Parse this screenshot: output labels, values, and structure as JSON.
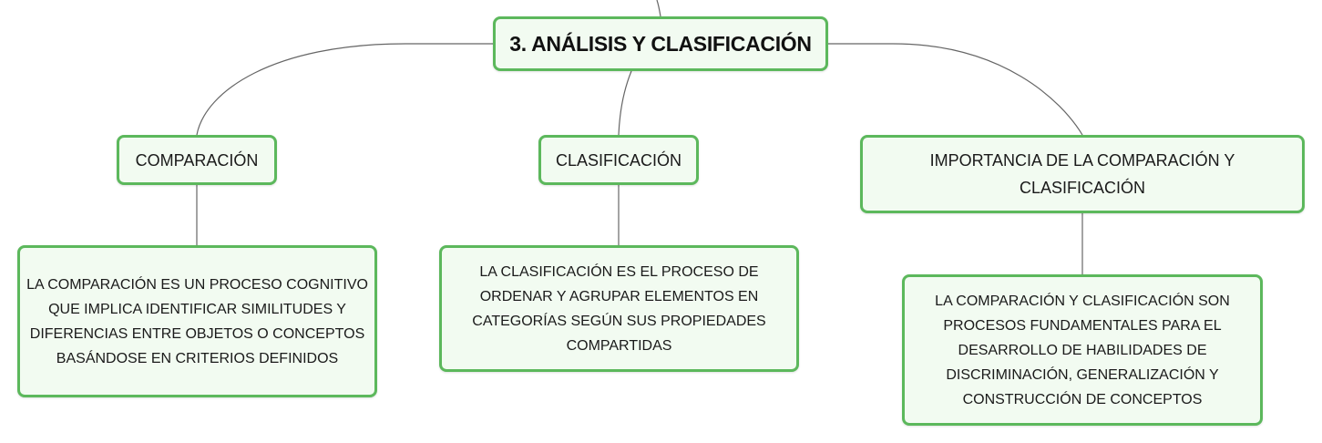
{
  "root": {
    "title": "3. ANÁLISIS Y CLASIFICACIÓN"
  },
  "categories": [
    {
      "label": "COMPARACIÓN",
      "description": "LA COMPARACIÓN ES UN PROCESO COGNITIVO QUE IMPLICA IDENTIFICAR SIMILITUDES Y DIFERENCIAS ENTRE OBJETOS O CONCEPTOS BASÁNDOSE EN CRITERIOS DEFINIDOS"
    },
    {
      "label": "CLASIFICACIÓN",
      "description": "LA CLASIFICACIÓN ES EL PROCESO DE ORDENAR Y AGRUPAR ELEMENTOS EN CATEGORÍAS SEGÚN SUS PROPIEDADES COMPARTIDAS"
    },
    {
      "label": "IMPORTANCIA DE LA COMPARACIÓN Y CLASIFICACIÓN",
      "description": "LA COMPARACIÓN Y CLASIFICACIÓN SON PROCESOS FUNDAMENTALES PARA EL DESARROLLO DE HABILIDADES DE DISCRIMINACIÓN, GENERALIZACIÓN Y CONSTRUCCIÓN DE CONCEPTOS"
    }
  ],
  "colors": {
    "node_border": "#5cb85c",
    "node_fill": "#f2fbf1",
    "connector": "#666666"
  }
}
